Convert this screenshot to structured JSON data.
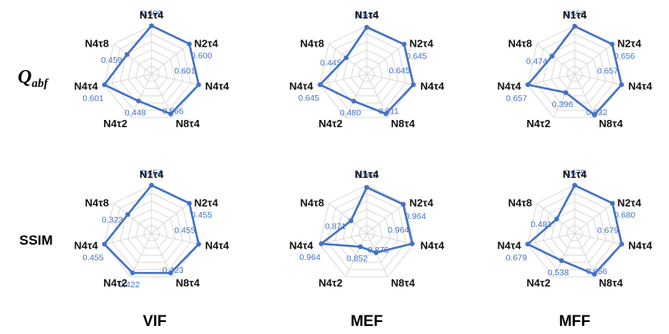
{
  "row_labels": {
    "qabf_main": "Q",
    "qabf_sub": "abf",
    "ssim": "SSIM"
  },
  "column_labels": [
    "VIF",
    "MEF",
    "MFF"
  ],
  "colors": {
    "series": "#4472C4",
    "grid": "#D9D9D9",
    "axis_text": "#111111"
  },
  "chart_data": [
    {
      "type": "radar",
      "metric": "Qabf",
      "task": "VIF",
      "axes": [
        "N1τ4",
        "N2τ4",
        "N4τ4",
        "N8τ4",
        "N4τ2",
        "N4τ4",
        "N4τ8"
      ],
      "values": [
        0.6,
        0.6,
        0.601,
        0.566,
        0.448,
        0.601,
        0.459
      ],
      "value_labels": [
        "0.600",
        "0.600",
        "0.601",
        "0.566",
        "0.448",
        "0.601",
        "0.459"
      ],
      "r_min": 0.2,
      "r_max": 0.6
    },
    {
      "type": "radar",
      "metric": "Qabf",
      "task": "MEF",
      "axes": [
        "N1τ4",
        "N2τ4",
        "N4τ4",
        "N8τ4",
        "N4τ2",
        "N4τ4",
        "N4τ8"
      ],
      "values": [
        0.636,
        0.645,
        0.645,
        0.611,
        0.48,
        0.645,
        0.445
      ],
      "value_labels": [
        "0.636",
        "0.645",
        "0.645",
        "0.611",
        "0.480",
        "0.645",
        "0.445"
      ],
      "r_min": 0.2,
      "r_max": 0.65
    },
    {
      "type": "radar",
      "metric": "Qabf",
      "task": "MFF",
      "axes": [
        "N1τ4",
        "N2τ4",
        "N4τ4",
        "N8τ4",
        "N4τ2",
        "N4τ4",
        "N4τ8"
      ],
      "values": [
        0.656,
        0.656,
        0.657,
        0.632,
        0.396,
        0.657,
        0.474
      ],
      "value_labels": [
        "0.656",
        "0.656",
        "0.657",
        "0.632",
        "0.396",
        "0.657",
        "0.474"
      ],
      "r_min": 0.2,
      "r_max": 0.66
    },
    {
      "type": "radar",
      "metric": "SSIM",
      "task": "VIF",
      "axes": [
        "N1τ4",
        "N2τ4",
        "N4τ4",
        "N8τ4",
        "N4τ2",
        "N4τ4",
        "N4τ8"
      ],
      "values": [
        0.454,
        0.455,
        0.455,
        0.423,
        0.422,
        0.455,
        0.323
      ],
      "value_labels": [
        "0.454",
        "0.455",
        "0.455",
        "0.423",
        "0.422",
        "0.455",
        "0.323"
      ],
      "r_min": 0.1,
      "r_max": 0.455
    },
    {
      "type": "radar",
      "metric": "SSIM",
      "task": "MEF",
      "axes": [
        "N1τ4",
        "N2τ4",
        "N4τ4",
        "N8τ4",
        "N4τ2",
        "N4τ4",
        "N4τ8"
      ],
      "values": [
        0.962,
        0.964,
        0.964,
        0.875,
        0.852,
        0.964,
        0.871
      ],
      "value_labels": [
        "0.962",
        "0.964",
        "0.964",
        "0.875",
        "0.852",
        "0.964",
        "0.871"
      ],
      "r_min": 0.8,
      "r_max": 0.97
    },
    {
      "type": "radar",
      "metric": "SSIM",
      "task": "MFF",
      "axes": [
        "N1τ4",
        "N2τ4",
        "N4τ4",
        "N8τ4",
        "N4τ2",
        "N4τ4",
        "N4τ8"
      ],
      "values": [
        0.679,
        0.68,
        0.679,
        0.656,
        0.538,
        0.679,
        0.481
      ],
      "value_labels": [
        "0.679",
        "0.680",
        "0.679",
        "0.656",
        "0.538",
        "0.679",
        "0.481"
      ],
      "r_min": 0.3,
      "r_max": 0.68
    }
  ]
}
